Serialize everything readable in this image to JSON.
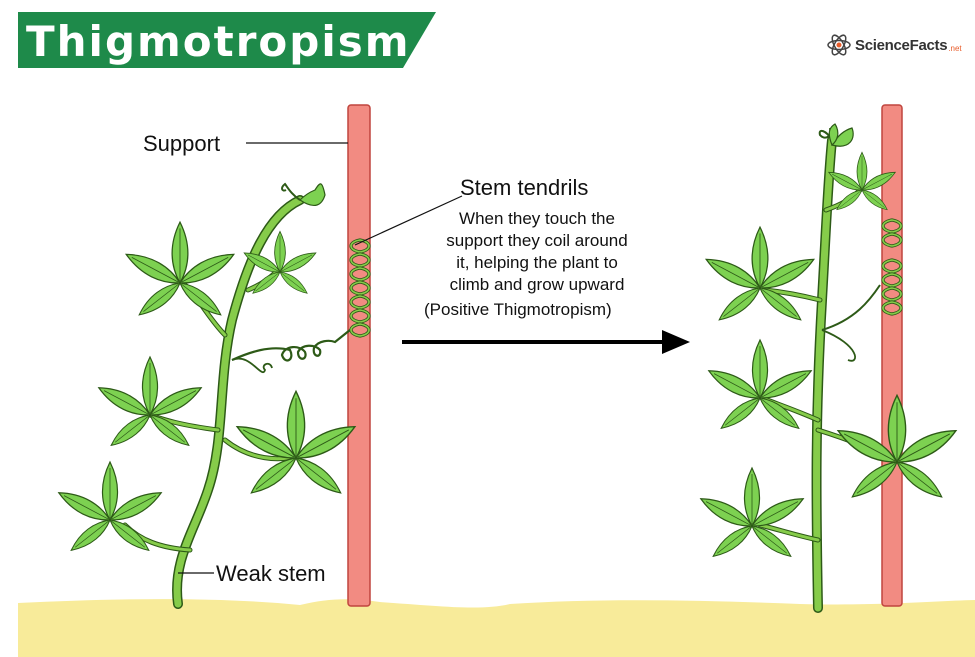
{
  "title": "Thigmotropism",
  "brand": {
    "name": "ScienceFacts",
    "tld": ".net",
    "logo_icon": "atom-icon"
  },
  "labels": {
    "support": "Support",
    "stem_tendrils": "Stem tendrils",
    "weak_stem": "Weak stem",
    "description_lines": [
      "When they touch the",
      "support they coil around",
      "it,  helping the plant to",
      "climb and grow upward"
    ],
    "positive": "(Positive Thigmotropism)"
  },
  "colors": {
    "banner": "#1e8a4a",
    "soil": "#f8eb9a",
    "stake": "#f28b82",
    "stake_outline": "#c0453e",
    "leaf": "#7dd151",
    "leaf_outline": "#2d5a17",
    "stem": "#86cc4a",
    "arrow": "#000000"
  }
}
